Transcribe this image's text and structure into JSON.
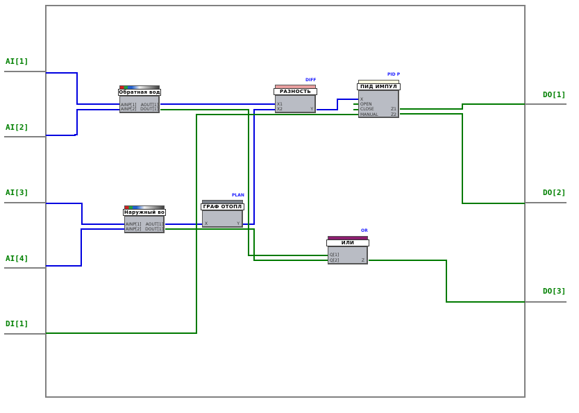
{
  "colors": {
    "frame": "#808080",
    "analog_wire": "#0000e0",
    "digital_wire": "#007a00",
    "io_label": "#008000",
    "block_body": "#b9bcc4",
    "diff_header": "#e8a0a0",
    "pid_header": "#fffbe0",
    "plan_header": "#7a8088",
    "or_header": "#8b1e6e",
    "type_tag": "#1a1aff"
  },
  "inputs": [
    {
      "label": "AI[1]"
    },
    {
      "label": "AI[2]"
    },
    {
      "label": "AI[3]"
    },
    {
      "label": "AI[4]"
    },
    {
      "label": "DI[1]"
    }
  ],
  "outputs": [
    {
      "label": "DO[1]"
    },
    {
      "label": "DO[2]"
    },
    {
      "label": "DO[3]"
    }
  ],
  "blocks": {
    "return_water": {
      "title": "Обратная вод",
      "pins_left": [
        "AINP[1]",
        "AINP[2]"
      ],
      "pins_right": [
        "AOUT[1]",
        "DOUT[1]"
      ]
    },
    "outdoor_air": {
      "title": "Наружный во",
      "pins_left": [
        "AINP[1]",
        "AINP[2]"
      ],
      "pins_right": [
        "AOUT[1]",
        "DOUT[1]"
      ]
    },
    "difference": {
      "type": "DIFF",
      "title": "РАЗНОСТЬ",
      "pins_left": [
        "X1",
        "X2"
      ],
      "pins_right": [
        "Y"
      ]
    },
    "pid_pulse": {
      "type": "PID P",
      "title": "ПИД ИМПУЛ",
      "pins_left": [
        "X",
        "OPEN",
        "CLOSE",
        "MANUAL"
      ],
      "pins_right": [
        "Z1",
        "Z2"
      ]
    },
    "heating_curve": {
      "type": "PLAN",
      "title": "ГРАФ ОТОПЛ",
      "pins_left": [
        "X"
      ],
      "pins_right": [
        "Y"
      ]
    },
    "or_gate": {
      "type": "OR",
      "title": "ИЛИ",
      "pins_left": [
        "Q[1]",
        "Q[2]"
      ],
      "pins_right": [
        "Z"
      ]
    }
  }
}
